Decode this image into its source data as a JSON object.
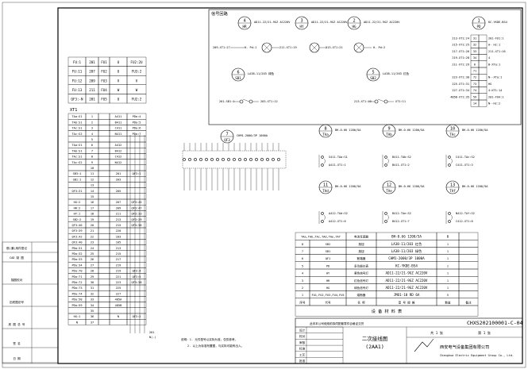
{
  "side_labels": [
    "借(通)用件登记",
    "CAD 制 图",
    "描图校对",
    "旧底图总号",
    "底 图 总 号",
    "签 名",
    "日 期"
  ],
  "top_box": {
    "title": "信号回路",
    "top_lamps": [
      {
        "num": "4",
        "sym": "HR",
        "label": "AD11-22/21-9GZ AC220V"
      },
      {
        "num": "3",
        "sym": "HY",
        "label": "AD11-22/21-9GZ AC220V"
      },
      {
        "num": "2",
        "sym": "HG",
        "label": "AD11-22/21-9GZ AC220V"
      },
      {
        "num": "1",
        "sym": "PD",
        "label": "KC-YKDE-BS4"
      }
    ],
    "lamp_row": [
      {
        "left": "209-XT1:17",
        "mid": "H- Pd:1",
        "right": "H- Pd:1"
      },
      {
        "left": "",
        "mid": "",
        "right": "211-XT1:19"
      },
      {
        "left": "",
        "mid": "",
        "right": "213-XT1:21"
      }
    ],
    "switches": [
      {
        "num": "6",
        "sym": "SB1",
        "label": "LA38-11/203 绿色",
        "left": "201-SB1:1",
        "right": "203-XT1:12"
      },
      {
        "num": "5",
        "sym": "SB2",
        "label": "LA38-11/203 红色",
        "left": "213-XT1:19",
        "right": "XT1:11"
      }
    ],
    "pd_table": [
      [
        "213-XT1:24",
        "31",
        "201-FU1:1"
      ],
      [
        "215-XT1:25",
        "32",
        "A- Hz:1"
      ],
      [
        "217-XT1:26",
        "33",
        "211-XT1:16"
      ],
      [
        "219-XT1:28",
        "34",
        "4"
      ],
      [
        "211-XT1:29",
        "6",
        "B-XTa:1"
      ],
      [
        "",
        "71",
        ""
      ],
      [
        "223-XT1:30",
        "72",
        "N--XTa:1"
      ],
      [
        "225-XT1:31",
        "73",
        "HG"
      ],
      [
        "227-XT1:34",
        "74",
        "4:XT1:14"
      ],
      [
        "485B-XT1:35",
        "59",
        "201-FU4:1"
      ],
      [
        "",
        "14",
        "N--Hz:2"
      ]
    ]
  },
  "left_table": {
    "fuses": [
      [
        "FU:1",
        "201",
        "FU1",
        "U",
        "FU2:2U"
      ],
      [
        "FU:11",
        "207",
        "FU2",
        "U",
        "FU3:2"
      ],
      [
        "FU:12",
        "209",
        "FU3",
        "V",
        "V"
      ],
      [
        "FU:13",
        "211",
        "FU4",
        "W",
        "W"
      ],
      [
        "QF3:-N",
        "201",
        "FU5",
        "U",
        "FU2:2"
      ]
    ],
    "xt1_header": "XT1",
    "terminals": [
      [
        "TAa:S1",
        "1",
        "",
        "A411",
        "PDa:4"
      ],
      [
        "TAb:S1",
        "2",
        "",
        "B411",
        "PDa:5"
      ],
      [
        "TAc:S1",
        "3",
        "",
        "C411",
        "PDa:6"
      ],
      [
        "TAc:S2",
        "4",
        "",
        "N411",
        "PDa:7"
      ],
      [
        "",
        "5",
        "",
        "",
        ""
      ],
      [
        "TAa:S1",
        "6",
        "",
        "A412",
        ""
      ],
      [
        "TAb:S1",
        "7",
        "",
        "B412",
        ""
      ],
      [
        "TAc:S1",
        "8",
        "",
        "C412",
        ""
      ],
      [
        "TAc:S2",
        "9",
        "",
        "N412",
        ""
      ],
      [
        "",
        "10",
        "",
        "",
        ""
      ],
      [
        "SB3:1",
        "11",
        "",
        "201",
        "QF3:1"
      ],
      [
        "SB1:1",
        "12",
        "",
        "203",
        ""
      ],
      [
        "",
        "13",
        "",
        "",
        ""
      ],
      [
        "QF3:31",
        "14",
        "",
        "205",
        ""
      ],
      [
        "",
        "15",
        "",
        "",
        ""
      ],
      [
        "HG:2",
        "16",
        "",
        "207",
        "QF3:45"
      ],
      [
        "HR:2",
        "17",
        "",
        "209",
        "QF3:47"
      ],
      [
        "HY:1",
        "18",
        "",
        "211",
        "QF3:33"
      ],
      [
        "SB2:2",
        "19",
        "",
        "213",
        "QF3:29"
      ],
      [
        "QF3:46",
        "20",
        "",
        "215",
        "QF3:36"
      ],
      [
        "QF3:39",
        "21",
        "",
        "220",
        ""
      ],
      [
        "QF3:42",
        "22",
        "",
        "103",
        ""
      ],
      [
        "QF3:40",
        "23",
        "",
        "105",
        ""
      ],
      [
        "PDa:31",
        "24",
        "",
        "213",
        ""
      ],
      [
        "PDa:32",
        "25",
        "",
        "215",
        ""
      ],
      [
        "PDa:33",
        "26",
        "",
        "217",
        ""
      ],
      [
        "PDa:34",
        "27",
        "",
        "219",
        ""
      ],
      [
        "PDa:70",
        "28",
        "",
        "219",
        "QF3:4"
      ],
      [
        "PDa:71",
        "29",
        "",
        "221",
        "QF3:5"
      ],
      [
        "PDa:72",
        "30",
        "",
        "223",
        "QF3:38"
      ],
      [
        "PDa:73",
        "31",
        "",
        "225",
        ""
      ],
      [
        "PDa:74",
        "32",
        "",
        "227",
        ""
      ],
      [
        "PDa:58",
        "33",
        "",
        "485A",
        ""
      ],
      [
        "PDa:59",
        "34",
        "",
        "485B",
        ""
      ],
      [
        "",
        "35",
        "",
        "",
        ""
      ],
      [
        "HG:1",
        "36",
        "",
        "N",
        "QF3:2"
      ],
      [
        "N",
        "37",
        "",
        "",
        ""
      ]
    ]
  },
  "qf3": {
    "num": "7",
    "sym": "QF3",
    "label": "CHM1-2000/3P 1000A"
  },
  "ct_blocks": [
    {
      "num": "8",
      "sym": "TAa",
      "label": "BH-0.66 1200/5A",
      "s1": "S411-TAa:S1",
      "s2": "A411-XT1:1"
    },
    {
      "num": "9",
      "sym": "TAb",
      "label": "BH-0.66 1200/5A",
      "s1": "B411-TAb:S2",
      "s2": "B411-XT1:2"
    },
    {
      "num": "10",
      "sym": "TAc",
      "label": "BH-0.66 1200/5A",
      "s1": "C411-TAc:S2",
      "s2": "C411-XT1:3"
    },
    {
      "num": "11",
      "sym": "TAd",
      "label": "BH-0.66 1200/5A",
      "s1": "A412-TAd:S2",
      "s2": "A412-XT1:6"
    },
    {
      "num": "12",
      "sym": "TAe",
      "label": "BH-0.66 1200/5A",
      "s1": "B412-TAe:S2",
      "s2": "B412-XT1:7"
    },
    {
      "num": "13",
      "sym": "TAf",
      "label": "BH-0.66 1200/5A",
      "s1": "N412-TAf:S2",
      "s2": "C412-XT1:8"
    }
  ],
  "parts_table": {
    "rows": [
      [
        "TAa,TAb,TAc,TAd,TAe,TAf",
        "电流互感器",
        "BH-0.66 1200/5A",
        "6",
        ""
      ],
      [
        "8",
        "SB2",
        "按钮",
        "LA38-11/203 红色",
        "1"
      ],
      [
        "7",
        "SB1",
        "按钮",
        "LA38-11/203 绿色",
        "1"
      ],
      [
        "6",
        "QF1",
        "断路器",
        "CHM1-2000/3P 1000A",
        "1"
      ],
      [
        "5",
        "PD",
        "多功能仪表",
        "KC-YKDE-BS4",
        "1"
      ],
      [
        "4",
        "HY",
        "黄色信号灯",
        "AD11-22/21-9GZ AC220V",
        "1"
      ],
      [
        "3",
        "HR",
        "红色信号灯",
        "AD11-22/21-9GZ AC220V",
        "1"
      ],
      [
        "2",
        "HG",
        "绿色信号灯",
        "AD11-22/21-9GZ AC220V",
        "1"
      ],
      [
        "1",
        "FU1,FU2,FU3,FU4,FU5",
        "熔断器",
        "JMO1-10 RD 6A",
        "5"
      ]
    ],
    "header": [
      "序号",
      "代号",
      "名 称",
      "型 号 规 格",
      "数量",
      "备注"
    ],
    "footer": "设 备 材 料 表"
  },
  "title_block": {
    "code": "CHXS202100001-C-04",
    "note": "此未本公司使用前拟同配套零件合格证交货",
    "name": "二次接线图",
    "unit": "(2AA1)",
    "company": "西安电气设备集团有限公司",
    "company_en": "Changhua Electric Equipment Group Co., Ltd.",
    "sheet": "共 1 张",
    "page": "第 1 张",
    "rows_left": [
      "设计",
      "校对",
      "审核",
      "标准",
      "工艺",
      "批准"
    ]
  },
  "bus_labels": [
    "201",
    "N(-)"
  ],
  "notes": [
    "说明：1. 元件型号以实际为准，仅供参考。",
    "2. 以上为标准布置图，与实际可能有出入。"
  ]
}
